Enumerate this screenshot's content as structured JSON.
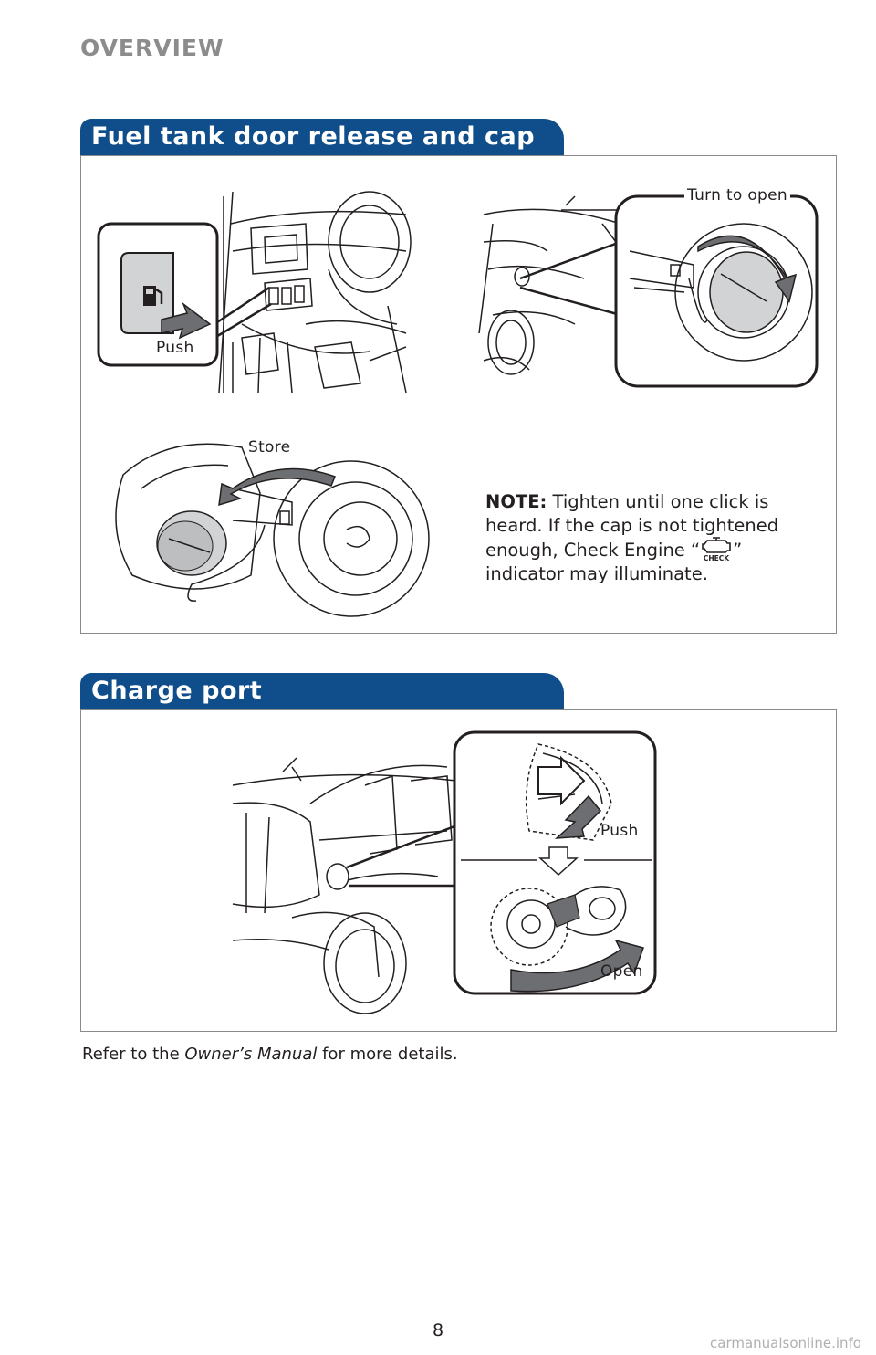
{
  "page": {
    "header": "OVERVIEW",
    "page_number": "8",
    "watermark": "carmanualsonline.info"
  },
  "fuel_section": {
    "title": "Fuel tank door release and cap",
    "labels": {
      "push": "Push",
      "turn_to_open": "Turn to open",
      "store": "Store"
    },
    "note": {
      "prefix": "NOTE:",
      "line1": "Tighten until one click is",
      "line2": "heard. If the cap is not tightened",
      "line3_before": "enough, Check Engine “",
      "line3_after": "”",
      "line4": "indicator may illuminate.",
      "icon": "check-engine-icon",
      "icon_text": "CHECK"
    }
  },
  "charge_section": {
    "title": "Charge port",
    "labels": {
      "push": "Push",
      "open": "Open"
    }
  },
  "footer": {
    "before": "Refer to the ",
    "manual": "Owner’s Manual",
    "after": " for more details."
  },
  "colors": {
    "section_tab": "#0f4e8a",
    "header_gray": "#8c8c8c",
    "arrow_gray": "#6d6e71"
  }
}
